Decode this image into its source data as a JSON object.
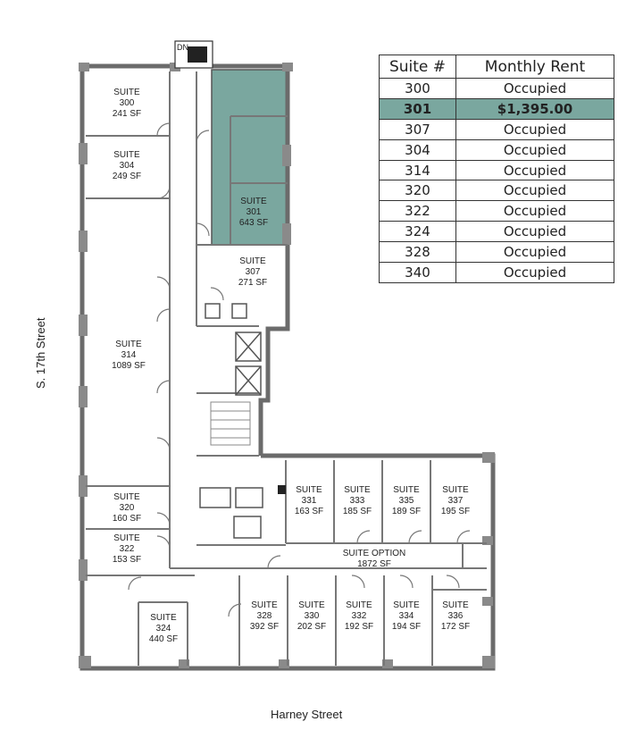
{
  "streets": {
    "left": "S. 17th Street",
    "bottom": "Harney Street"
  },
  "stair_label": "DN",
  "table": {
    "headers": [
      "Suite #",
      "Monthly Rent"
    ],
    "rows": [
      {
        "suite": "300",
        "rent": "Occupied"
      },
      {
        "suite": "301",
        "rent": "$1,395.00"
      },
      {
        "suite": "307",
        "rent": "Occupied"
      },
      {
        "suite": "304",
        "rent": "Occupied"
      },
      {
        "suite": "314",
        "rent": "Occupied"
      },
      {
        "suite": "320",
        "rent": "Occupied"
      },
      {
        "suite": "322",
        "rent": "Occupied"
      },
      {
        "suite": "324",
        "rent": "Occupied"
      },
      {
        "suite": "328",
        "rent": "Occupied"
      },
      {
        "suite": "340",
        "rent": "Occupied"
      }
    ]
  },
  "suites": {
    "s300": {
      "a": "SUITE",
      "b": "300",
      "c": "241 SF"
    },
    "s304": {
      "a": "SUITE",
      "b": "304",
      "c": "249 SF"
    },
    "s301": {
      "a": "SUITE",
      "b": "301",
      "c": "643 SF"
    },
    "s307": {
      "a": "SUITE",
      "b": "307",
      "c": "271 SF"
    },
    "s314": {
      "a": "SUITE",
      "b": "314",
      "c": "1089 SF"
    },
    "s320": {
      "a": "SUITE",
      "b": "320",
      "c": "160 SF"
    },
    "s322": {
      "a": "SUITE",
      "b": "322",
      "c": "153 SF"
    },
    "s324": {
      "a": "SUITE",
      "b": "324",
      "c": "440 SF"
    },
    "s331": {
      "a": "SUITE",
      "b": "331",
      "c": "163 SF"
    },
    "s333": {
      "a": "SUITE",
      "b": "333",
      "c": "185 SF"
    },
    "s335": {
      "a": "SUITE",
      "b": "335",
      "c": "189 SF"
    },
    "s337": {
      "a": "SUITE",
      "b": "337",
      "c": "195 SF"
    },
    "option": {
      "a": "SUITE OPTION",
      "c": "1872 SF"
    },
    "s328": {
      "a": "SUITE",
      "b": "328",
      "c": "392 SF"
    },
    "s330": {
      "a": "SUITE",
      "b": "330",
      "c": "202 SF"
    },
    "s332": {
      "a": "SUITE",
      "b": "332",
      "c": "192 SF"
    },
    "s334": {
      "a": "SUITE",
      "b": "334",
      "c": "194 SF"
    },
    "s336": {
      "a": "SUITE",
      "b": "336",
      "c": "172 SF"
    }
  },
  "colors": {
    "highlight": "#7aa79f",
    "wall": "#6b6b6b"
  }
}
